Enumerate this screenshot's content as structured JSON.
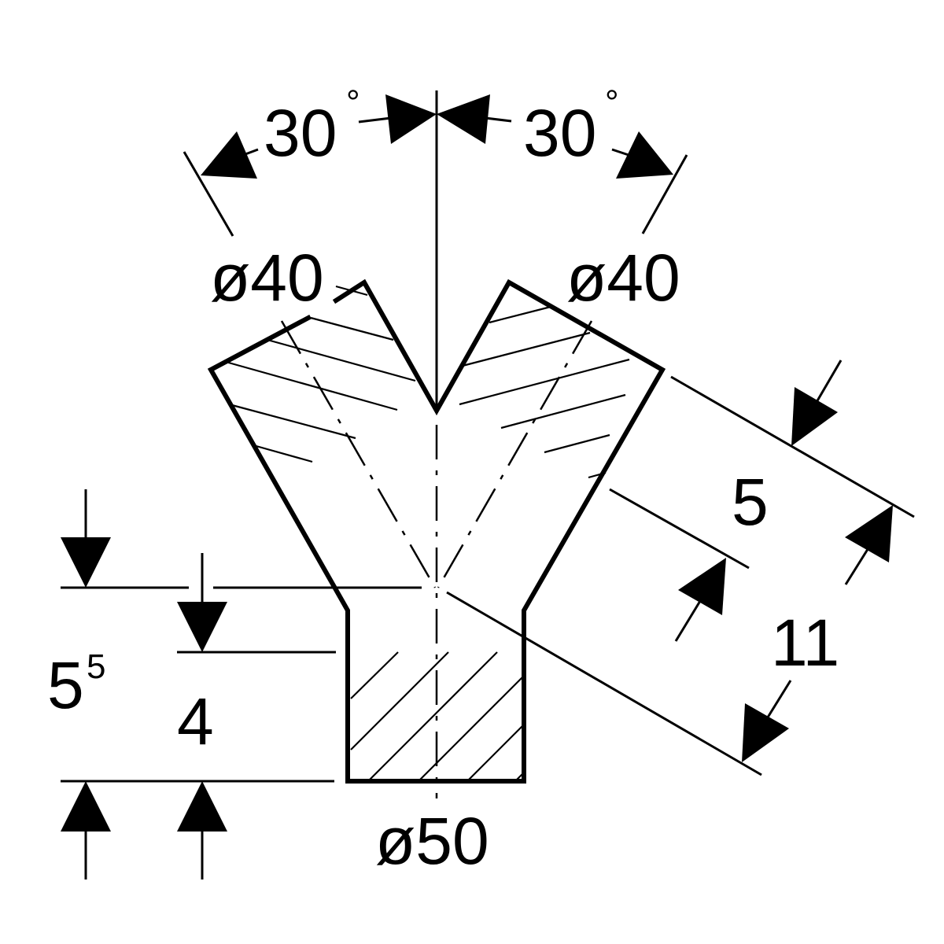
{
  "drawing": {
    "angle_left": "30",
    "angle_right": "30",
    "degree_mark": "°",
    "dia_left_arm": "ø40",
    "dia_right_arm": "ø40",
    "dia_stem": "ø50",
    "dim_total_height_base": "5",
    "dim_total_height_sup": "5",
    "dim_stem_height": "4",
    "dim_arm_inner": "5",
    "dim_arm_outer": "11"
  }
}
